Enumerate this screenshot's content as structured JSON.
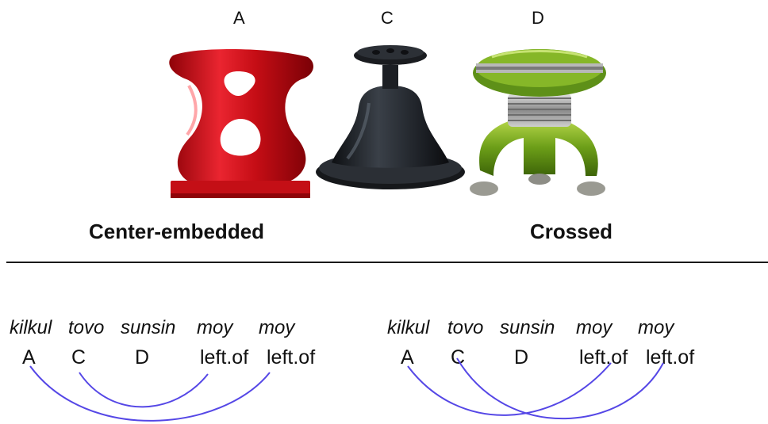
{
  "objects": [
    {
      "label": "A",
      "kind": "red-sculpture",
      "color": "#d5121a"
    },
    {
      "label": "C",
      "kind": "black-knob",
      "color": "#1e2227"
    },
    {
      "label": "D",
      "kind": "green-toy",
      "color": "#6ea51c"
    }
  ],
  "headings": {
    "left": "Center-embedded",
    "right": "Crossed"
  },
  "panels": [
    {
      "words": [
        "kilkul",
        "tovo",
        "sunsin",
        "moy",
        "moy"
      ],
      "glosses": [
        "A",
        "C",
        "D",
        "left.of",
        "left.of"
      ]
    },
    {
      "words": [
        "kilkul",
        "tovo",
        "sunsin",
        "moy",
        "moy"
      ],
      "glosses": [
        "A",
        "C",
        "D",
        "left.of",
        "left.of"
      ]
    }
  ],
  "arc_color": "#5547e6"
}
